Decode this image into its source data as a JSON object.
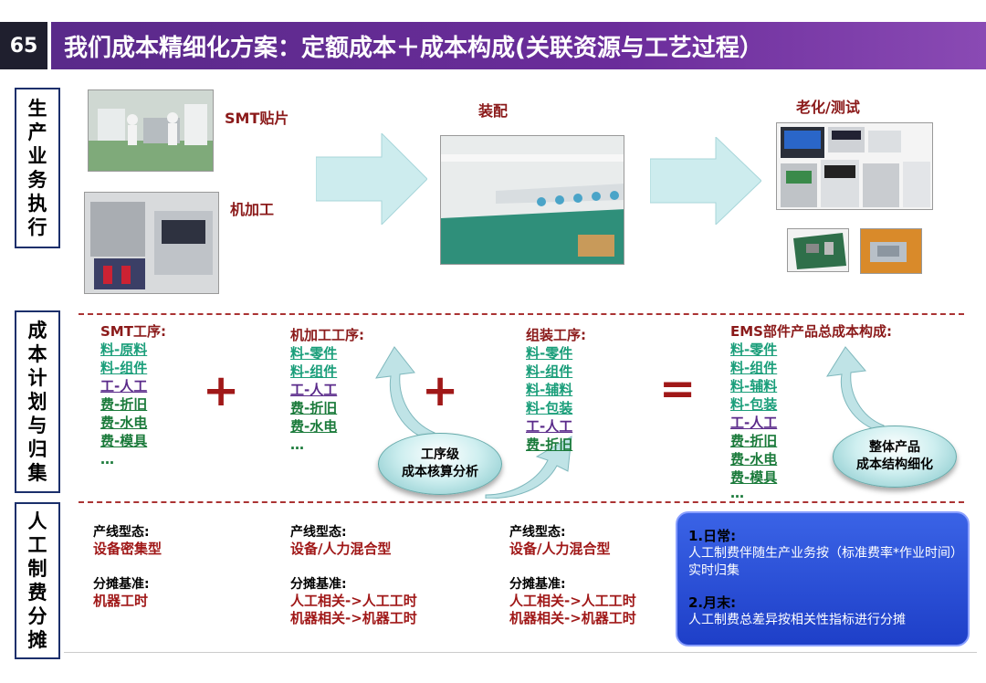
{
  "header": {
    "page_number": "65",
    "title": "我们成本精细化方案：定额成本＋成本构成(关联资源与工艺过程）"
  },
  "side_labels": {
    "production": [
      "生",
      "产",
      "业",
      "务",
      "执",
      "行"
    ],
    "planning": [
      "成",
      "本",
      "计",
      "划",
      "与",
      "归",
      "集"
    ],
    "labor": [
      "人",
      "工",
      "制",
      "费",
      "分",
      "摊"
    ]
  },
  "production": {
    "smt_label": "SMT贴片",
    "machining_label": "机加工",
    "assembly_label": "装配",
    "test_label": "老化/测试"
  },
  "planning": {
    "smt": {
      "title": "SMT工序:",
      "items": [
        "料-原料",
        "料-组件",
        "工-人工",
        "费-折旧",
        "费-水电",
        "费-模具",
        "…"
      ]
    },
    "machining": {
      "title": "机加工工序:",
      "items": [
        "料-零件",
        "料-组件",
        "工-人工",
        "费-折旧",
        "费-水电",
        "…"
      ]
    },
    "assembly": {
      "title": "组装工序:",
      "items": [
        "料-零件",
        "料-组件",
        "料-辅料",
        "料-包装",
        "工-人工",
        "费-折旧"
      ]
    },
    "ems": {
      "title": "EMS部件产品总成本构成:",
      "items": [
        "料-零件",
        "料-组件",
        "料-辅料",
        "料-包装",
        "工-人工",
        "费-折旧",
        "费-水电",
        "费-模具",
        "…"
      ]
    },
    "plus1": "+",
    "plus2": "+",
    "equals": "=",
    "badge_process": [
      "工序级",
      "成本核算分析"
    ],
    "badge_product": [
      "整体产品",
      "成本结构细化"
    ]
  },
  "labor": {
    "col1": {
      "type_label": "产线型态:",
      "type_value": "设备密集型",
      "basis_label": "分摊基准:",
      "basis_values": [
        "机器工时"
      ]
    },
    "col2": {
      "type_label": "产线型态:",
      "type_value": "设备/人力混合型",
      "basis_label": "分摊基准:",
      "basis_values": [
        "人工相关->人工工时",
        "机器相关->机器工时"
      ]
    },
    "col3": {
      "type_label": "产线型态:",
      "type_value": "设备/人力混合型",
      "basis_label": "分摊基准:",
      "basis_values": [
        "人工相关->人工工时",
        "机器相关->机器工时"
      ]
    },
    "summary": {
      "daily_title": "1.日常:",
      "daily_text": "人工制费伴随生产业务按（标准费率*作业时间）实时归集",
      "monthly_title": "2.月末:",
      "monthly_text": "人工制费总差异按相关性指标进行分摊"
    }
  },
  "colors": {
    "title_bar": "#6a2c9a",
    "accent_red": "#8b1a1a",
    "material_green": "#1a9e7a",
    "labor_purple": "#5a2a8a",
    "summary_blue": "#2a4fd8",
    "arrow_teal": "#bfe3e6"
  }
}
